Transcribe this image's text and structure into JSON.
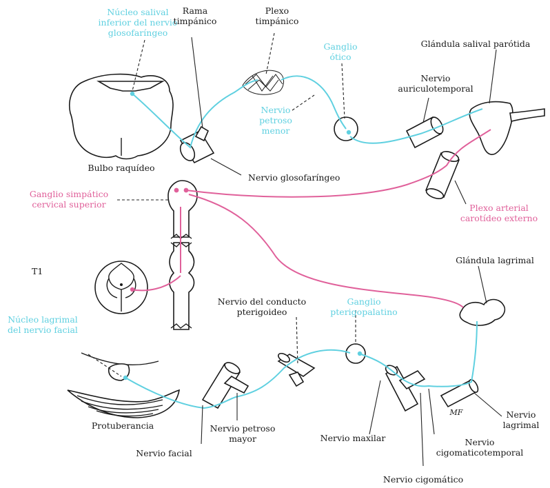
{
  "colors": {
    "parasympathetic": "#5fd0e0",
    "sympathetic": "#e0609a",
    "ink": "#1a1a1a"
  },
  "labels": {
    "nucleo_salival": [
      "Núcleo salival",
      "inferior del nervio",
      "glosofaríngeo"
    ],
    "rama_timpanico": [
      "Rama",
      "timpánico"
    ],
    "plexo_timpanico": [
      "Plexo",
      "timpánico"
    ],
    "ganglio_otico": [
      "Ganglio",
      "ótico"
    ],
    "glandula_parotida": [
      "Glándula salival parótida"
    ],
    "nervio_auriculotemporal": [
      "Nervio",
      "auriculotemporal"
    ],
    "nervio_petroso_menor": [
      "Nervio",
      "petroso",
      "menor"
    ],
    "bulbo_raquideo": [
      "Bulbo raquídeo"
    ],
    "nervio_glosofaringeo": [
      "Nervio glosofaríngeo"
    ],
    "ganglio_simpatico": [
      "Ganglio simpático",
      "cervical superior"
    ],
    "plexo_arterial": [
      "Plexo arterial",
      "carotídeo externo"
    ],
    "t1": [
      "T1"
    ],
    "glandula_lagrimal": [
      "Glándula lagrimal"
    ],
    "nervio_conducto_pterigoideo": [
      "Nervio del conducto",
      "pterigoideo"
    ],
    "ganglio_pterigopalatino": [
      "Ganglio",
      "pterigopalatino"
    ],
    "nucleo_lagrimal": [
      "Núcleo lagrimal",
      "del nervio facial"
    ],
    "protuberancia": [
      "Protuberancia"
    ],
    "nervio_facial": [
      "Nervio facial"
    ],
    "nervio_petroso_mayor": [
      "Nervio petroso",
      "mayor"
    ],
    "nervio_maxilar": [
      "Nervio maxilar"
    ],
    "nervio_cigomaticotemporal": [
      "Nervio",
      "cigomaticotemporal"
    ],
    "nervio_lagrimal": [
      "Nervio",
      "lagrimal"
    ],
    "nervio_cigomatico": [
      "Nervio cigomático"
    ],
    "signature": [
      "MF"
    ]
  }
}
